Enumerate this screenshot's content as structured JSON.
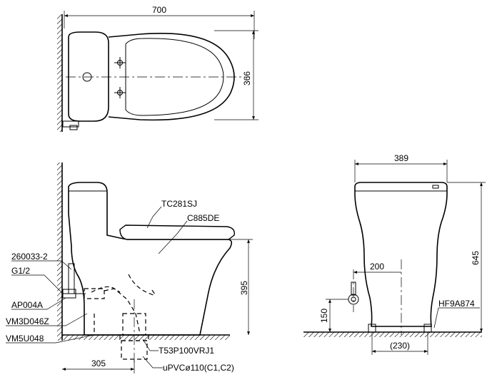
{
  "top_view": {
    "width": "700",
    "depth": "366"
  },
  "side_view": {
    "labels": {
      "seat": "TC281SJ",
      "bowl": "C885DE",
      "part1": "260033-2",
      "thread": "G1/2",
      "part2": "AP004A",
      "part3": "VM3D046Z",
      "part4": "VM5U048",
      "flange": "T53P100VRJ1",
      "pipe": "uPVCø110(C1,C2)"
    },
    "dims": {
      "height_outlet": "395",
      "rough_in": "305"
    }
  },
  "front_view": {
    "labels": {
      "fitting": "HF9A874"
    },
    "dims": {
      "width": "389",
      "height": "645",
      "supply_offset": "200",
      "supply_height": "150",
      "foot_spacing": "(230)"
    }
  }
}
